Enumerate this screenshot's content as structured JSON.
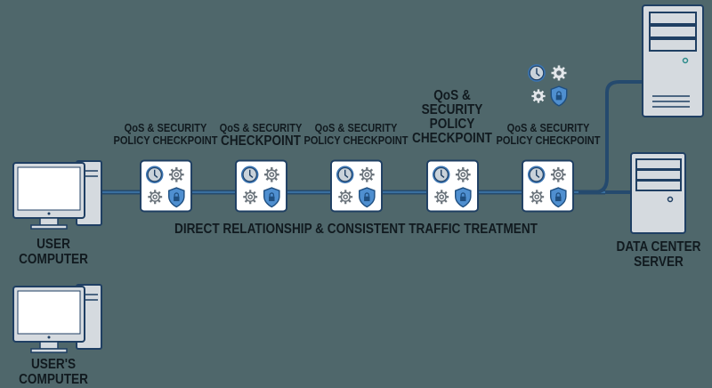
{
  "title": "DIRECT RELATIONSHIP & CONSISTENT TRAFFIC TREATMENT",
  "user_computer": {
    "line1": "USER",
    "line2": "COMPUTER"
  },
  "users_computer": {
    "line1": "USER'S",
    "line2": "COMPUTER"
  },
  "server": {
    "line1": "DATA CENTER",
    "line2": "SERVER"
  },
  "checkpoints": [
    {
      "line1": "QoS & SECURITY",
      "line2": "POLICY CHECKPOINT"
    },
    {
      "line1": "QoS & SECURITY",
      "line2": "CHECKPOINT"
    },
    {
      "line1": "QoS & SECURITY",
      "line2": "POLICY CHECKPOINT"
    },
    {
      "line1": "QoS &",
      "line2": "SECURITY",
      "line3": "POLICY",
      "line4": "CHECKPOINT"
    },
    {
      "line1": "QoS & SECURITY",
      "line2": "POLICY CHECKPOINT"
    }
  ],
  "icons": [
    "clock-icon",
    "gear-icon",
    "shield-lock-icon",
    "computer-icon",
    "server-icon"
  ],
  "colors": {
    "background": "#4f676b",
    "link": "#2b5d8c",
    "shield": "#4f8fd0",
    "box": "#ffffff"
  }
}
